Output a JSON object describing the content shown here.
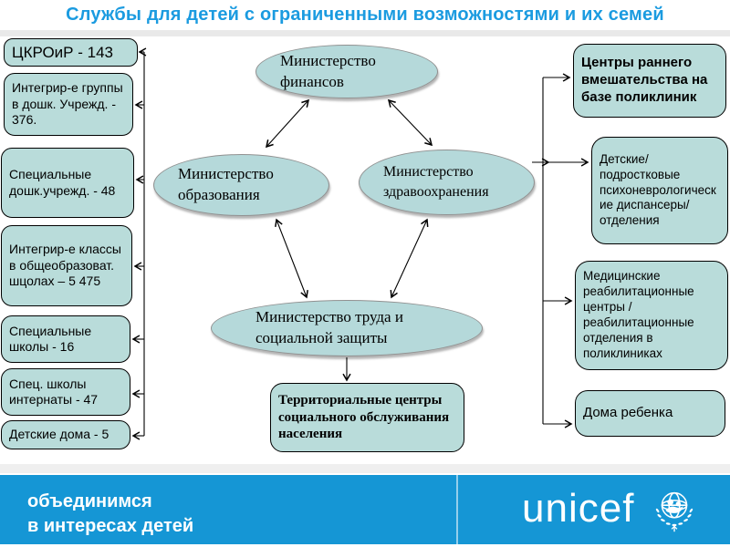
{
  "title": "Службы для детей с ограниченными возможностями и их семей",
  "colors": {
    "title_blue": "#1b9be0",
    "node_fill": "#b9dcda",
    "ellipse_fill": "#b5d9da",
    "banner_blue": "#1596d5"
  },
  "left_column": {
    "items": [
      {
        "label": "ЦКРОиР - 143"
      },
      {
        "label": "Интегрир-е группы в дошк. Учрежд. - 376."
      },
      {
        "label": "Специальные дошк.учрежд. - 48"
      },
      {
        "label": "Интегрир-е классы в общеобразоват. шцолах – 5 475"
      },
      {
        "label": "Специальные школы - 16"
      },
      {
        "label": "Спец. школы интернаты - 47"
      },
      {
        "label": "Детские дома - 5"
      }
    ]
  },
  "ministries": {
    "finance": "Министерство финансов",
    "education": "Министерство образования",
    "health": "Министерство здравоохранения",
    "labor": "Министерство труда и социальной защиты"
  },
  "territorial_center": "Территориальные  центры социального обслуживания населения",
  "right_column": {
    "items": [
      {
        "label": "Центры раннего вмешательства на базе поликлиник"
      },
      {
        "label": "Детские/ подростковые психоневрологические диспансеры/ отделения"
      },
      {
        "label": "Медицинские реабилитационные центры / реабилитационные отделения в поликлиниках"
      },
      {
        "label": "Дома ребенка"
      }
    ]
  },
  "footer": {
    "slogan_line1": "объединимся",
    "slogan_line2": "в интересах детей",
    "brand": "unicef"
  }
}
